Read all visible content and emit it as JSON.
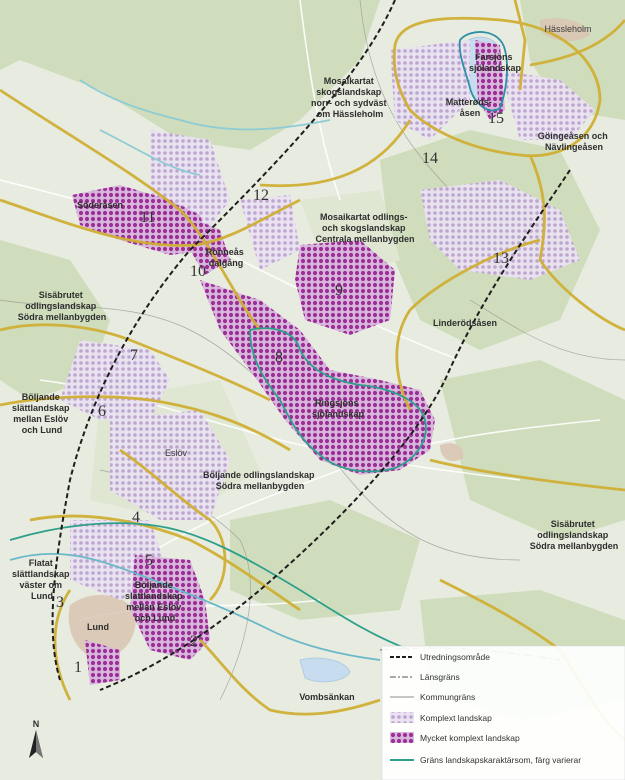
{
  "colors": {
    "terrain": "#e7ebde",
    "forest": "#c9d9b9",
    "lake": "#c6dbee",
    "complex_fill": "#d7c6e3",
    "very_complex_fill": "#b047a9",
    "character_border": "#d1b23f",
    "county_river": "#6ab9c9",
    "region_border": "#2ca08a"
  },
  "numbers": [
    "1",
    "2",
    "3",
    "4",
    "5",
    "6",
    "7",
    "8",
    "9",
    "10",
    "11",
    "12",
    "13",
    "14",
    "15"
  ],
  "areas": {
    "a1": [
      "Mosaikartat",
      "skogslandskap",
      "norr- och sydväst",
      "om Hässleholm"
    ],
    "a2": [
      "Farsjöns",
      "sjölandskap"
    ],
    "a3": [
      "Matterøds-",
      "åsen"
    ],
    "a4": [
      "Göingeåsen och",
      "Nävlingeåsen"
    ],
    "a5": [
      "Mosaikartat odlings-",
      "och skogslandskap",
      "Centrala mellanbygden"
    ],
    "a6": [
      "Söderåsen"
    ],
    "a7": [
      "Rönneås",
      "dalgång"
    ],
    "a8": [
      "Sisäbrutet",
      "odlingslandskap",
      "Södra mellanbygden"
    ],
    "a9": [
      "Linderödsåsen"
    ],
    "a10": [
      "Ringsjöns",
      "sjölandskap"
    ],
    "a11": [
      "Böljande",
      "slättlandskap",
      "mellan Eslöv",
      "och Lund"
    ],
    "a12": [
      "Böljande odlingslandskap",
      "Södra mellanbygden"
    ],
    "a13": [
      "Sisäbrutet",
      "odlingslandskap",
      "Södra mellanbygden"
    ],
    "a14": [
      "Flatat",
      "slättlandskap",
      "väster om",
      "Lund"
    ],
    "a15": [
      "Böljande",
      "slättlandskap",
      "mellan Eslöv",
      "och Lund"
    ],
    "a16": [
      "Vombsänkan"
    ]
  },
  "places": {
    "lund": "Lund",
    "eslov": "Eslöv",
    "hassleholm": "Hässleholm"
  },
  "legend": {
    "items": [
      "Utredningsområde",
      "Länsgräns",
      "Kommungräns",
      "Komplext landskap",
      "Mycket komplext landskap",
      "Gräns landskapskaraktärsom, färg varierar"
    ]
  },
  "icons": {
    "north": "north-arrow-icon"
  }
}
